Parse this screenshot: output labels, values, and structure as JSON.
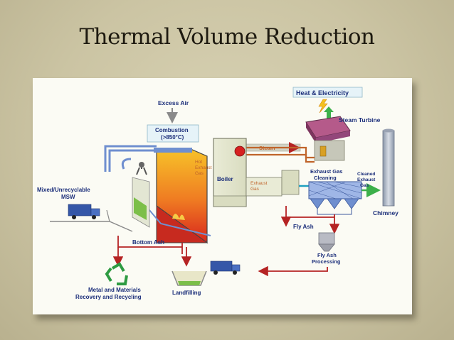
{
  "slide": {
    "title": "Thermal Volume Reduction"
  },
  "diagram": {
    "labels": {
      "heat_electricity": "Heat & Electricity",
      "excess_air": "Excess Air",
      "combustion_1": "Combustion",
      "combustion_2": "(>850°C)",
      "steam": "Steam",
      "steam_turbine": "Steam Turbine",
      "hot_exhaust_1": "Hot",
      "hot_exhaust_2": "Exhaust",
      "hot_exhaust_3": "Gas",
      "boiler": "Boiler",
      "exhaust_gas_1": "Exhaust",
      "exhaust_gas_2": "Gas",
      "exhaust_cleaning_1": "Exhaust Gas",
      "exhaust_cleaning_2": "Cleaning",
      "cleaned_1": "Cleaned",
      "cleaned_2": "Exhaust",
      "cleaned_3": "Gas",
      "msw_1": "Mixed/Unrecyclable",
      "msw_2": "MSW",
      "chimney": "Chimney",
      "fly_ash": "Fly Ash",
      "fly_ash_processing_1": "Fly Ash",
      "fly_ash_processing_2": "Processing",
      "bottom_ash": "Bottom  Ash",
      "metal_1": "Metal and Materials",
      "metal_2": "Recovery and Recycling",
      "landfilling": "Landfilling"
    },
    "colors": {
      "label_blue": "#1c2f7a",
      "steam_orange": "#c0642a",
      "flow_red": "#b52323",
      "structure_blue": "#6f8fcf",
      "cyan": "#1ea0c0",
      "green": "#3cb04a"
    }
  }
}
